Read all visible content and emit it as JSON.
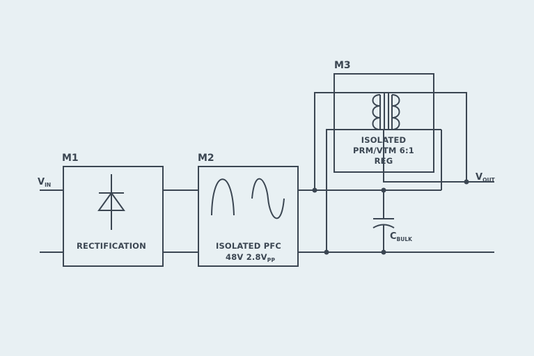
{
  "modules": {
    "m1": {
      "label": "M1",
      "text": "RECTIFICATION"
    },
    "m2": {
      "label": "M2",
      "line1": "ISOLATED PFC",
      "line2_main": "48V 2.8V",
      "line2_sub": "PP"
    },
    "m3": {
      "label": "M3",
      "line1": "ISOLATED",
      "line2": "PRM/VTM 6:1",
      "line3": "REG"
    }
  },
  "terminals": {
    "vin_main": "V",
    "vin_sub": "IN",
    "vout_main": "V",
    "vout_sub": "OUT",
    "cbulk_main": "C",
    "cbulk_sub": "BULK"
  },
  "colors": {
    "background": "#e8f0f3",
    "line": "#3b4652"
  }
}
